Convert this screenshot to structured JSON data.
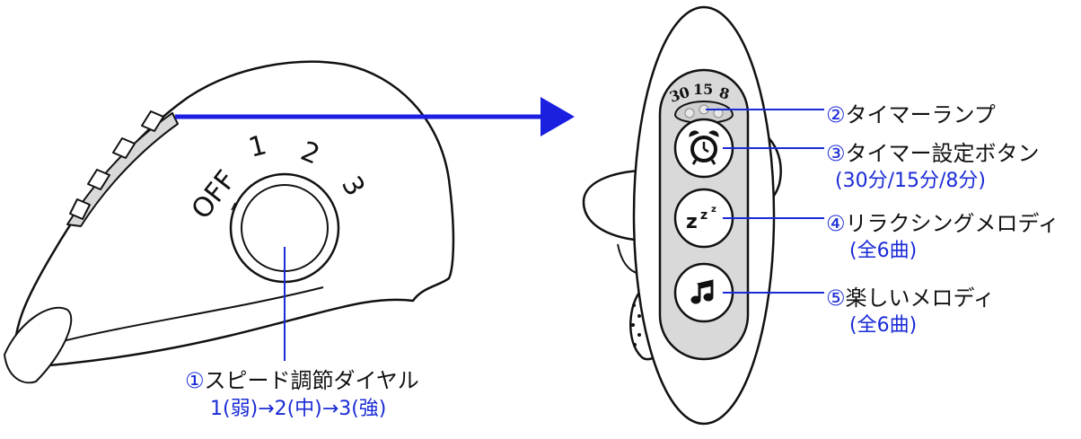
{
  "dial": {
    "positions": [
      "OFF",
      "1",
      "2",
      "3"
    ]
  },
  "timer_lamp": {
    "values": [
      "30",
      "15",
      "8"
    ]
  },
  "buttons": {
    "sleep_icon_text": "z",
    "sleep_icon_sup1": "z",
    "sleep_icon_sup2": "z"
  },
  "callouts": [
    {
      "num": "①",
      "title": "スピード調節ダイヤル",
      "sub": "1(弱)→2(中)→3(強)"
    },
    {
      "num": "②",
      "title": "タイマーランプ",
      "sub": ""
    },
    {
      "num": "③",
      "title": "タイマー設定ボタン",
      "sub": "(30分/15分/8分)"
    },
    {
      "num": "④",
      "title": "リラクシングメロディ",
      "sub": "(全6曲)"
    },
    {
      "num": "⑤",
      "title": "楽しいメロディ",
      "sub": "(全6曲)"
    }
  ],
  "colors": {
    "leader_line": "#1a2bd6",
    "arrow": "#1a1fe0",
    "panel_gray": "#d9d9d9",
    "outline": "#111111"
  }
}
